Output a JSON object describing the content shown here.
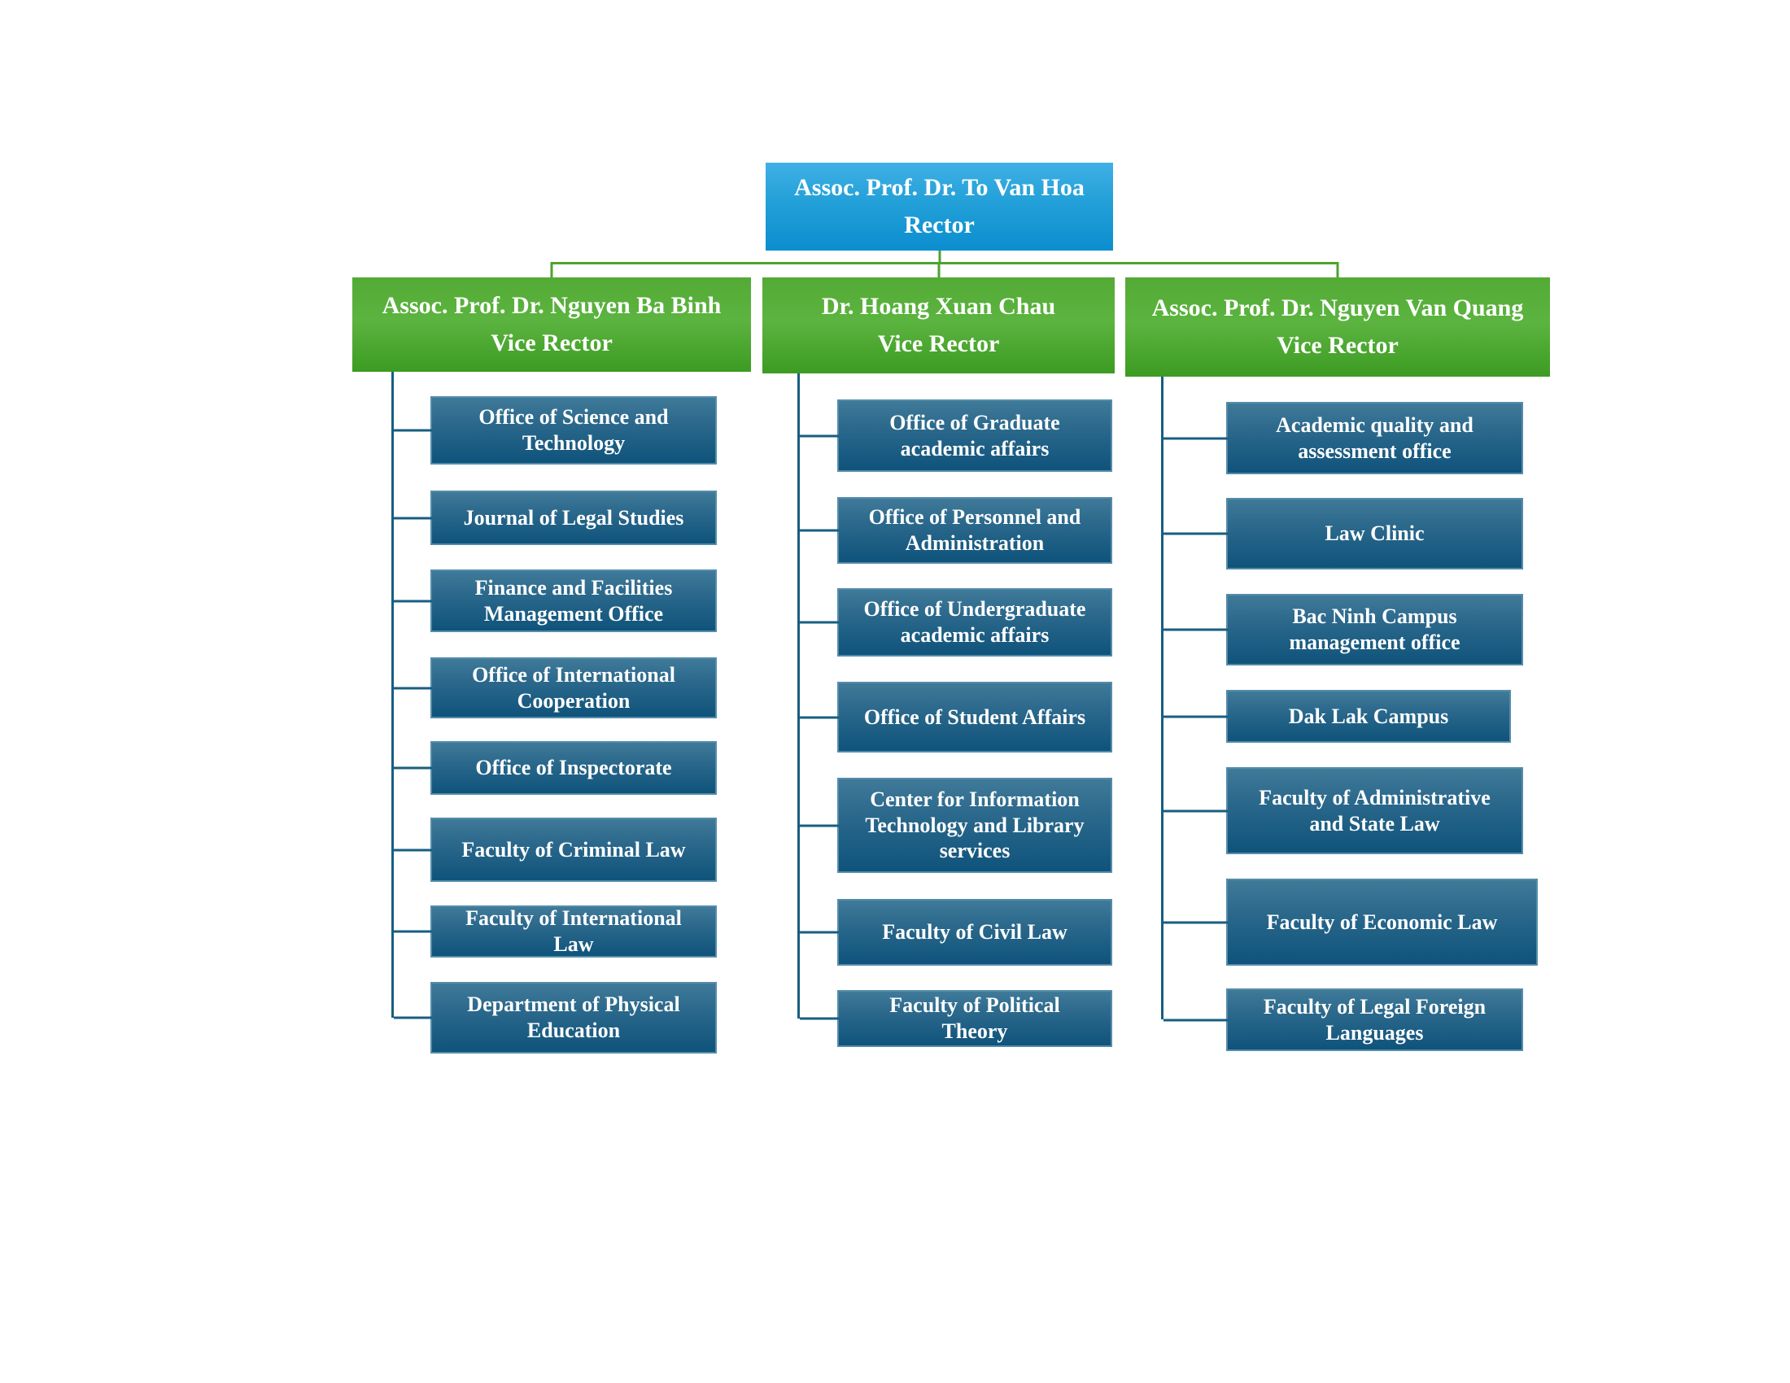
{
  "org": {
    "rector": {
      "name": "Assoc. Prof. Dr. To Van Hoa",
      "title": "Rector"
    },
    "vice_rectors": [
      {
        "name": "Assoc. Prof. Dr. Nguyen Ba Binh",
        "title": "Vice Rector"
      },
      {
        "name": "Dr. Hoang Xuan Chau",
        "title": "Vice Rector"
      },
      {
        "name": "Assoc. Prof. Dr. Nguyen Van Quang",
        "title": "Vice Rector"
      }
    ],
    "columns": [
      {
        "reports_to": "Assoc. Prof. Dr. Nguyen Ba Binh",
        "units": [
          "Office of Science and\nTechnology",
          "Journal of Legal Studies",
          "Finance and Facilities\nManagement Office",
          "Office of International\nCooperation",
          "Office of Inspectorate",
          "Faculty of Criminal Law",
          "Faculty of International\nLaw",
          "Department of Physical\nEducation"
        ]
      },
      {
        "reports_to": "Dr. Hoang Xuan Chau",
        "units": [
          "Office of Graduate\nacademic affairs",
          "Office of Personnel and\nAdministration",
          "Office of Undergraduate\nacademic affairs",
          "Office of Student Affairs",
          "Center for Information\nTechnology and Library\nservices",
          "Faculty of Civil Law",
          "Faculty of Political\nTheory"
        ]
      },
      {
        "reports_to": "Assoc. Prof. Dr. Nguyen Van Quang",
        "units": [
          "Academic quality and\nassessment office",
          "Law Clinic",
          "Bac Ninh Campus\nmanagement office",
          "Dak Lak Campus",
          "Faculty of Administrative\nand State Law",
          "Faculty of Economic Law",
          "Faculty of Legal Foreign\nLanguages"
        ]
      }
    ]
  },
  "colors": {
    "rector_box_top": "#3fb0e5",
    "rector_box_bottom": "#0b8dcf",
    "vice_rector_box_top": "#5cb440",
    "vice_rector_box_bottom": "#3c9b22",
    "unit_box_top": "#407a99",
    "unit_box_bottom": "#0f537b",
    "unit_box_border": "#558cab",
    "green_connector": "#4da32f",
    "teal_connector": "#175e82",
    "text": "#ffffff",
    "background": "#ffffff"
  }
}
